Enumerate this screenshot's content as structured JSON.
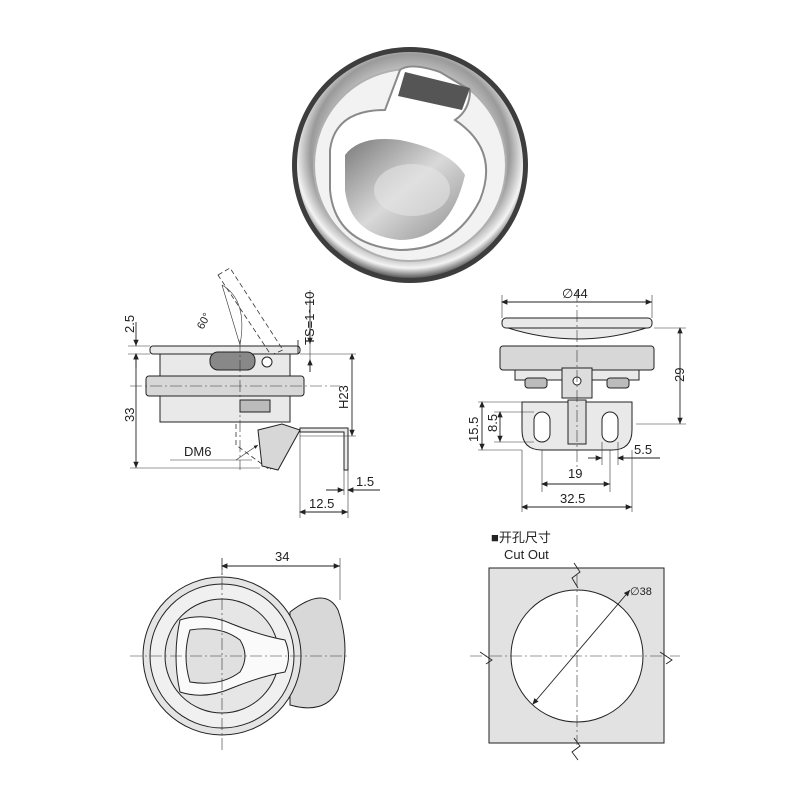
{
  "cutout": {
    "title": "■开孔尺寸",
    "subtitle": "Cut Out",
    "diameter": "∅38"
  },
  "side_view": {
    "angle": "60°",
    "ts": "TS=1~10",
    "top": "2.5",
    "height": "33",
    "h23": "H23",
    "thread": "DM6",
    "bracket_thk": "1.5",
    "bracket_w": "12.5"
  },
  "front_view": {
    "diameter": "∅44",
    "height": "29",
    "d155": "15.5",
    "d85": "8.5",
    "d55": "5.5",
    "d19": "19",
    "d325": "32.5"
  },
  "plan_view": {
    "width": "34"
  }
}
